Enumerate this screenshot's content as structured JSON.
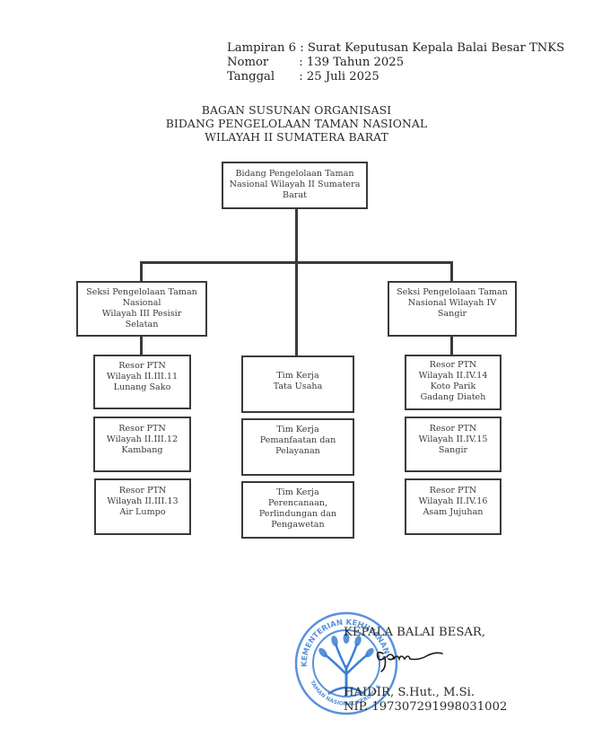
{
  "header": {
    "rows": [
      {
        "key": "Lampiran 6",
        "sep": ":",
        "value": "Surat Keputusan Kepala Balai Besar TNKS"
      },
      {
        "key": "Nomor",
        "sep": ":",
        "value": "139 Tahun 2025"
      },
      {
        "key": "Tanggal",
        "sep": ":",
        "value": "25 Juli 2025"
      }
    ]
  },
  "title": {
    "line1": "BAGAN SUSUNAN ORGANISASI",
    "line2": "BIDANG PENGELOLAAN TAMAN NASIONAL",
    "line3": "WILAYAH II SUMATERA BARAT"
  },
  "chart": {
    "root": {
      "lines": [
        "Bidang Pengelolaan Taman",
        "Nasional Wilayah II Sumatera",
        "Barat"
      ]
    },
    "left_section": {
      "lines": [
        "Seksi Pengelolaan Taman",
        "Nasional",
        "Wilayah III Pesisir",
        "Selatan"
      ]
    },
    "right_section": {
      "lines": [
        "Seksi Pengelolaan Taman",
        "Nasional Wilayah IV",
        "Sangir"
      ]
    },
    "left_units": [
      {
        "lines": [
          "Resor PTN",
          "Wilayah II.III.11",
          "Lunang Sako"
        ]
      },
      {
        "lines": [
          "Resor PTN",
          "Wilayah II.III.12",
          "Kambang"
        ]
      },
      {
        "lines": [
          "Resor PTN",
          "Wilayah II.III.13",
          "Air Lumpo"
        ]
      }
    ],
    "middle_units": [
      {
        "lines": [
          "",
          "Tim Kerja",
          "Tata Usaha"
        ]
      },
      {
        "lines": [
          "Tim Kerja",
          "Pemanfaatan dan",
          "Pelayanan"
        ]
      },
      {
        "lines": [
          "Tim Kerja",
          "Perencanaan,",
          "Perlindungan dan",
          "Pengawetan"
        ]
      }
    ],
    "right_units": [
      {
        "lines": [
          "Resor PTN",
          "Wilayah II.IV.14",
          "Koto Parik",
          "Gadang Diateh"
        ]
      },
      {
        "lines": [
          "Resor PTN",
          "Wilayah II.IV.15",
          "Sangir"
        ]
      },
      {
        "lines": [
          "Resor PTN",
          "Wilayah II.IV.16",
          "Asam Jujuhan"
        ]
      }
    ]
  },
  "signature": {
    "position": "KEPALA BALAI BESAR,",
    "name": "HAIDIR, S.Hut., M.Si.",
    "nip": "NIP. 197307291998031002",
    "stamp_top_text": "KEMENTERIAN KEHUTANAN",
    "stamp_bottom_text": "TAMAN NASIONAL KERINCI SEBLAT",
    "stamp_color": "#3d7fd4"
  }
}
